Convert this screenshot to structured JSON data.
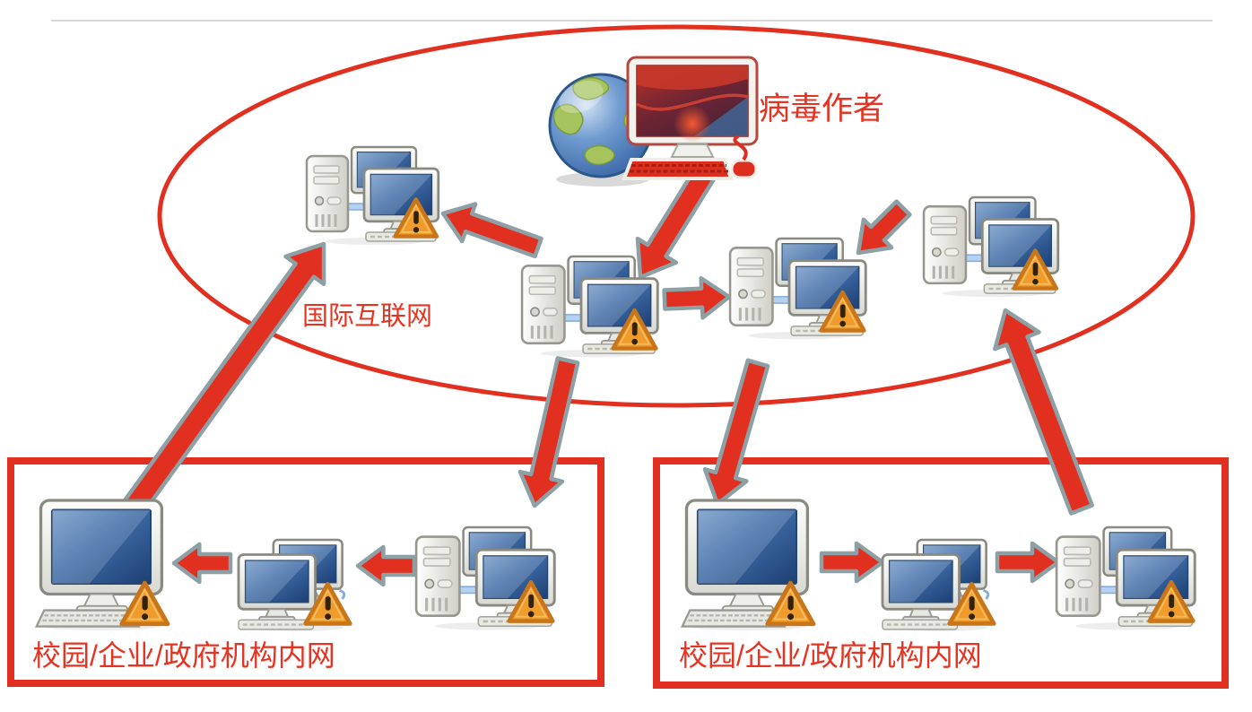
{
  "labels": {
    "virus_author": "病毒作者",
    "internet": "国际互联网",
    "intranet_left": "校园/企业/政府机构内网",
    "intranet_right": "校园/企业/政府机构内网"
  },
  "colors": {
    "red": "#e23020",
    "red_text": "#e73321",
    "arrow_outline": "#8da0a6",
    "warning_orange": "#ee9a2c",
    "warning_border": "#c9761b",
    "screen_blue": "#3d6aa5",
    "hairline": "#cbcbcb"
  },
  "diagram": {
    "zones": [
      {
        "id": "internet",
        "shape": "ellipse",
        "label": "国际互联网"
      },
      {
        "id": "intranet-left",
        "shape": "rect",
        "label": "校园/企业/政府机构内网"
      },
      {
        "id": "intranet-right",
        "shape": "rect",
        "label": "校园/企业/政府机构内网"
      }
    ],
    "nodes": [
      {
        "id": "virus-author",
        "zone": "internet",
        "kind": "globe-computer",
        "label": "病毒作者",
        "role": "source"
      },
      {
        "id": "internet-pc-left",
        "zone": "internet",
        "kind": "workstation",
        "infected": true
      },
      {
        "id": "internet-pc-center",
        "zone": "internet",
        "kind": "workstation",
        "infected": true
      },
      {
        "id": "internet-pc-right",
        "zone": "internet",
        "kind": "workstation",
        "infected": true
      },
      {
        "id": "internet-pc-far-right",
        "zone": "internet",
        "kind": "workstation",
        "infected": true
      },
      {
        "id": "left-intranet-pc-1",
        "zone": "intranet-left",
        "kind": "desktop",
        "infected": true
      },
      {
        "id": "left-intranet-pc-2",
        "zone": "intranet-left",
        "kind": "dual-monitor",
        "infected": true
      },
      {
        "id": "left-intranet-pc-3",
        "zone": "intranet-left",
        "kind": "workstation",
        "infected": true
      },
      {
        "id": "right-intranet-pc-1",
        "zone": "intranet-right",
        "kind": "desktop",
        "infected": true
      },
      {
        "id": "right-intranet-pc-2",
        "zone": "intranet-right",
        "kind": "dual-monitor",
        "infected": true
      },
      {
        "id": "right-intranet-pc-3",
        "zone": "intranet-right",
        "kind": "workstation",
        "infected": true
      }
    ],
    "edges": [
      {
        "from": "virus-author",
        "to": "internet-pc-center"
      },
      {
        "from": "internet-pc-center",
        "to": "internet-pc-left"
      },
      {
        "from": "internet-pc-center",
        "to": "internet-pc-right"
      },
      {
        "from": "internet-pc-far-right",
        "to": "internet-pc-right"
      },
      {
        "from": "internet-pc-center",
        "to": "left-intranet-pc-3"
      },
      {
        "from": "internet-pc-right",
        "to": "right-intranet-pc-1"
      },
      {
        "from": "left-intranet-pc-3",
        "to": "left-intranet-pc-2"
      },
      {
        "from": "left-intranet-pc-2",
        "to": "left-intranet-pc-1"
      },
      {
        "from": "left-intranet-pc-1",
        "to": "internet-pc-left"
      },
      {
        "from": "right-intranet-pc-1",
        "to": "right-intranet-pc-2"
      },
      {
        "from": "right-intranet-pc-2",
        "to": "right-intranet-pc-3"
      },
      {
        "from": "right-intranet-pc-3",
        "to": "internet-pc-far-right"
      }
    ]
  }
}
